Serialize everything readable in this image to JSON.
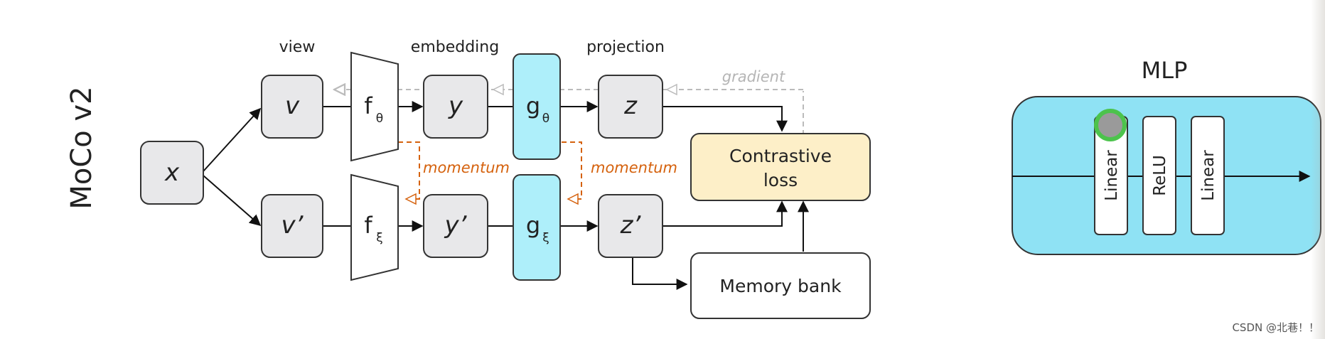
{
  "title": "MoCo v2",
  "headers": {
    "view": "view",
    "embedding": "embedding",
    "projection": "projection"
  },
  "nodes": {
    "x": "x",
    "v": "v",
    "v_prime": "v’",
    "f_top": "f",
    "f_top_sub": "θ",
    "f_bot": "f",
    "f_bot_sub": "ξ",
    "y": "y",
    "y_prime": "y’",
    "g_top": "g",
    "g_top_sub": "θ",
    "g_bot": "g",
    "g_bot_sub": "ξ",
    "z": "z",
    "z_prime": "z’",
    "contrastive_line1": "Contrastive",
    "contrastive_line2": "loss",
    "memory_bank": "Memory bank"
  },
  "labels": {
    "gradient": "gradient",
    "momentum_1": "momentum",
    "momentum_2": "momentum"
  },
  "mlp": {
    "title": "MLP",
    "layers": [
      "Linear",
      "ReLU",
      "Linear"
    ]
  },
  "watermark": "CSDN @北巷！！",
  "colors": {
    "node_fill": "#e8e8ea",
    "g_fill": "#aeeffa",
    "loss_fill": "#fdefc8",
    "momentum": "#d5620e",
    "gradient": "#bbbbbb",
    "mlp_fill": "#8fe2f4",
    "cursor_ring": "#4cc34c"
  }
}
